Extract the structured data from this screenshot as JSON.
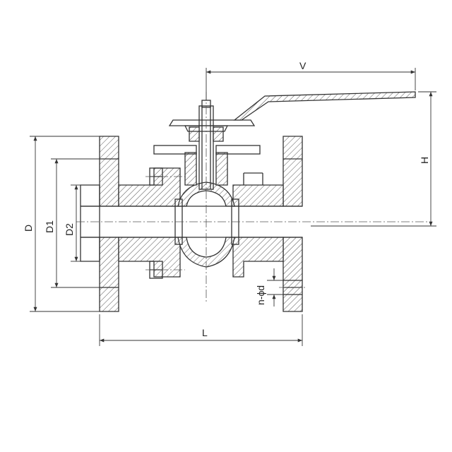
{
  "drawing": {
    "title": "",
    "labels": {
      "V": "V",
      "H": "H",
      "D": "D",
      "D1": "D1",
      "D2": "D2",
      "L": "L",
      "bolt_holes": "n-ϕd"
    },
    "colors": {
      "line": "#333333",
      "background": "#ffffff"
    }
  }
}
